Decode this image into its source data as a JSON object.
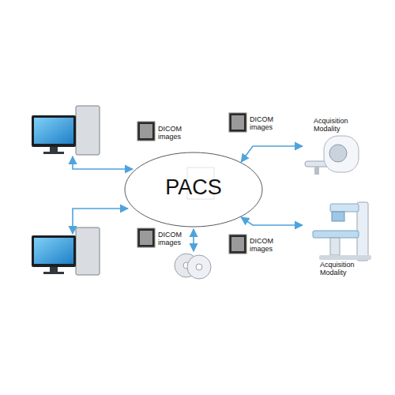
{
  "diagram": {
    "nodes": [
      {
        "text": [
          "PACS"
        ]
      },
      {
        "text": [
          "Acquisition Modality"
        ]
      },
      {
        "text": [
          "Acquisition Modality"
        ]
      }
    ],
    "edges": [
      {
        "from": 0,
        "to": 1,
        "arrow": "both",
        "label": "DICOM images"
      },
      {
        "from": 0,
        "to": 2,
        "arrow": "both",
        "label": "DICOM images"
      }
    ],
    "labels": [
      "DICOM images",
      "DICOM images"
    ]
  }
}
